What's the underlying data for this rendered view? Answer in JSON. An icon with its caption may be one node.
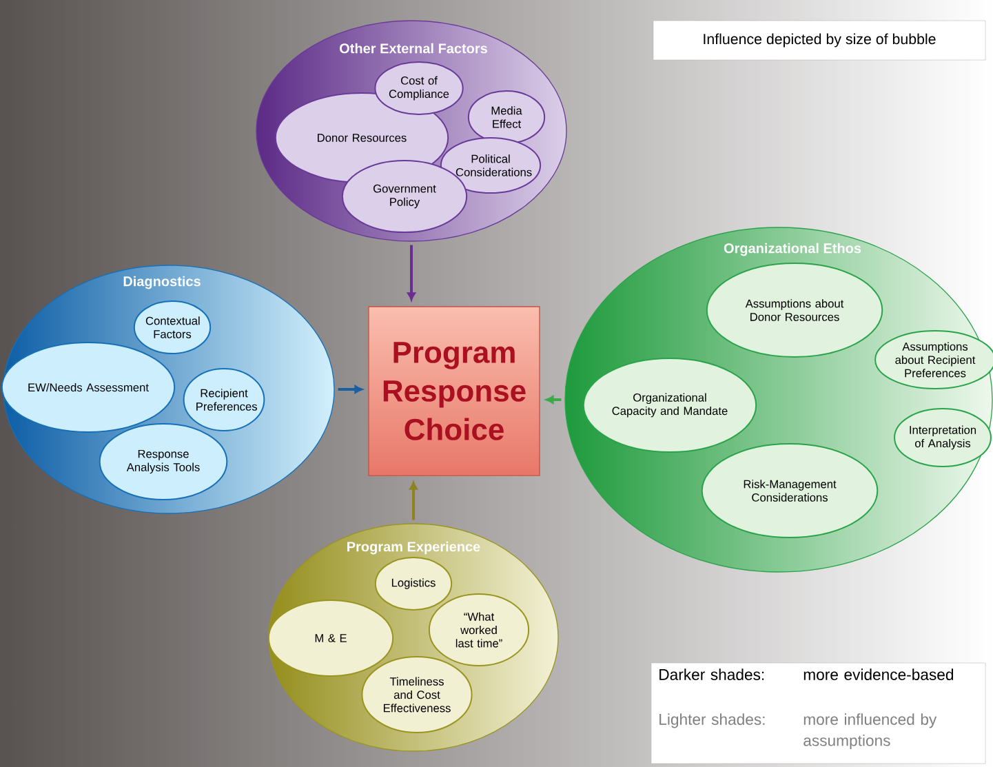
{
  "diagram": {
    "nodes": [
      {
        "text": [
          "Other External Factors"
        ]
      },
      {
        "text": [
          "Cost of Compliance"
        ],
        "in": 0
      },
      {
        "text": [
          "Donor Resources"
        ],
        "in": 0
      },
      {
        "text": [
          "Media Effect"
        ],
        "in": 0
      },
      {
        "text": [
          "Political Considerations"
        ],
        "in": 0
      },
      {
        "text": [
          "Government Policy"
        ],
        "in": 0
      },
      {
        "text": [
          "Diagnostics"
        ]
      },
      {
        "text": [
          "Contextual Factors"
        ],
        "in": 6
      },
      {
        "text": [
          "EW/Needs Assessment"
        ],
        "in": 6
      },
      {
        "text": [
          "Recipient Preferences"
        ],
        "in": 6
      },
      {
        "text": [
          "Response Analysis Tools"
        ],
        "in": 6
      },
      {
        "text": [
          "Program Response Choice"
        ]
      },
      {
        "text": [
          "Organizational Ethos"
        ]
      },
      {
        "text": [
          "Assumptions about Donor Resources"
        ],
        "in": 12
      },
      {
        "text": [
          "Assumptions about Recipient Preferences"
        ],
        "in": 12
      },
      {
        "text": [
          "Organizational Capacity and Mandate"
        ],
        "in": 12
      },
      {
        "text": [
          "Interpretation of Analysis"
        ],
        "in": 12
      },
      {
        "text": [
          "Risk-Management Considerations"
        ],
        "in": 12
      },
      {
        "text": [
          "Program Experience"
        ]
      },
      {
        "text": [
          "Logistics"
        ],
        "in": 18
      },
      {
        "text": [
          "M & E"
        ],
        "in": 18
      },
      {
        "text": [
          "“What worked last time”"
        ],
        "in": 18
      },
      {
        "text": [
          "Timeliness and Cost Effectiveness"
        ],
        "in": 18
      },
      {
        "text": [
          "Influence depicted by size of bubble"
        ]
      },
      {
        "text": [
          "Darker shades:",
          "more evidence-based",
          "Lighter shades:",
          "more influenced by assumptions"
        ]
      }
    ],
    "edges": [
      {
        "from": 0,
        "to": 11,
        "arrow": "to",
        "color": "#6a2d8f"
      },
      {
        "from": 6,
        "to": 11,
        "arrow": "to",
        "color": "#1a5fa0"
      },
      {
        "from": 12,
        "to": 11,
        "arrow": "to",
        "color": "#3aaa4a"
      },
      {
        "from": 18,
        "to": 11,
        "arrow": "to",
        "color": "#8c8420"
      }
    ]
  }
}
